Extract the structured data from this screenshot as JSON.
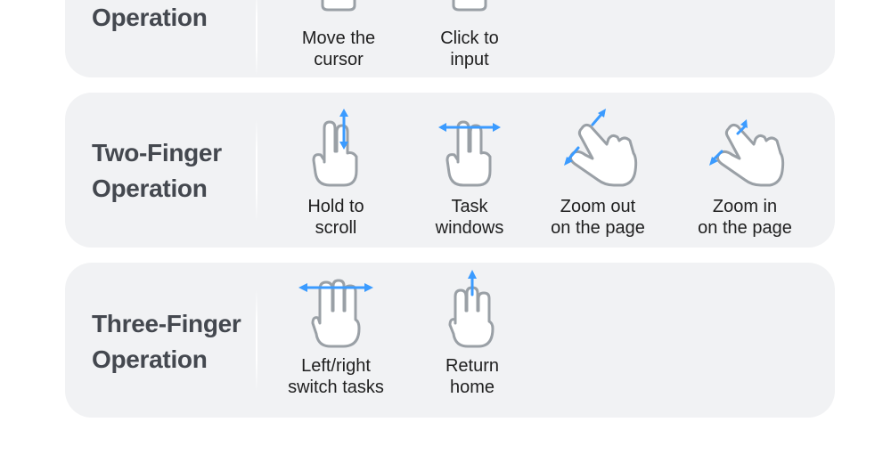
{
  "panels": [
    {
      "title": "Operation",
      "gestures": [
        {
          "caption": "Move the\ncursor",
          "icon": "one-finger-move-icon"
        },
        {
          "caption": "Click to\ninput",
          "icon": "one-finger-tap-icon"
        }
      ]
    },
    {
      "title": "Two-Finger\nOperation",
      "gestures": [
        {
          "caption": "Hold to\nscroll",
          "icon": "two-finger-scroll-icon"
        },
        {
          "caption": "Task\nwindows",
          "icon": "two-finger-swipe-icon"
        },
        {
          "caption": "Zoom out\non the page",
          "icon": "pinch-out-icon"
        },
        {
          "caption": "Zoom in\non the page",
          "icon": "pinch-in-icon"
        }
      ]
    },
    {
      "title": "Three-Finger\nOperation",
      "gestures": [
        {
          "caption": "Left/right\nswitch tasks",
          "icon": "three-finger-swipe-icon"
        },
        {
          "caption": "Return\nhome",
          "icon": "three-finger-up-icon"
        }
      ]
    }
  ],
  "colors": {
    "panel": "#f1f2f4",
    "arrow": "#3b9bff",
    "hand_outline": "#9aa0a6",
    "title": "#44484f"
  }
}
